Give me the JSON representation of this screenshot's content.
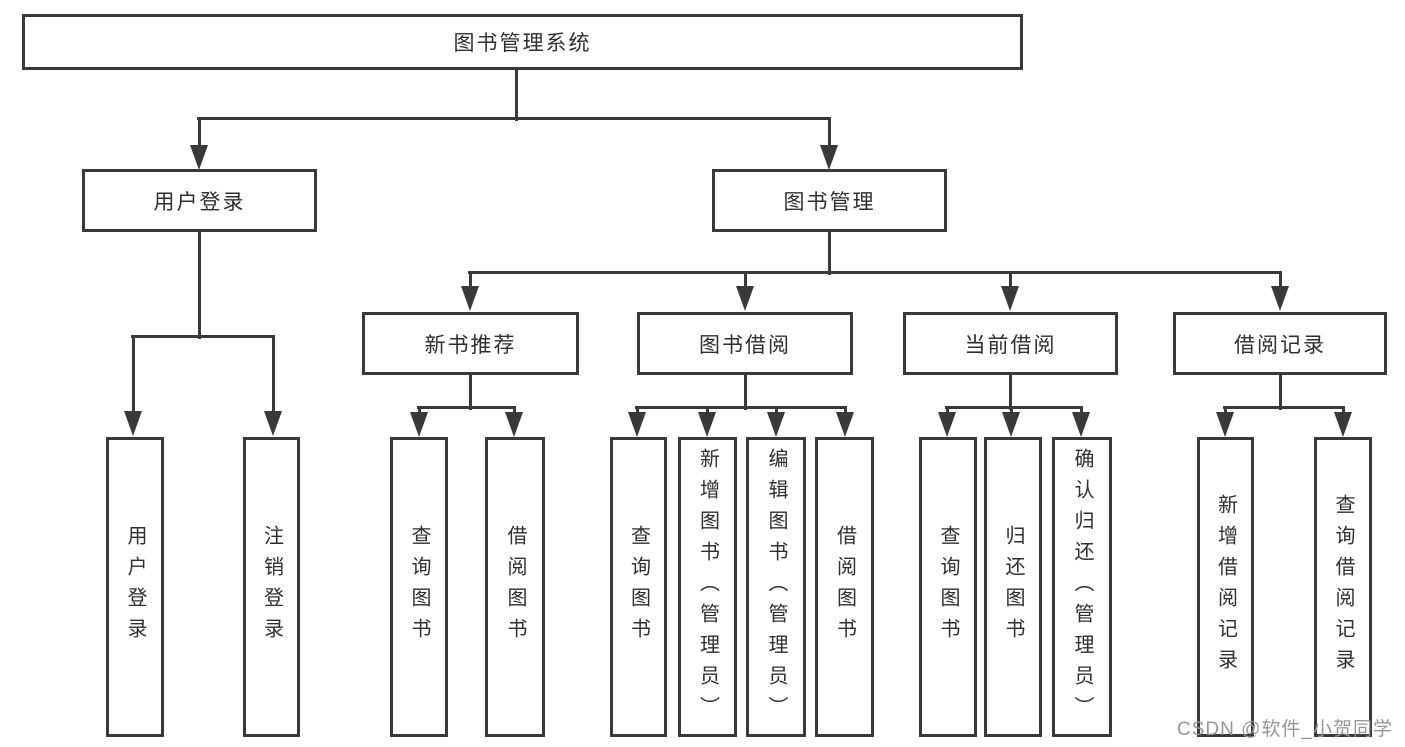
{
  "diagram_title": "图书管理系统",
  "watermark": "CSDN @软件_小贺同学",
  "colors": {
    "line": "#39393b",
    "text": "#2f2f33",
    "background": "#ffffff",
    "watermark": "#96969b"
  },
  "nodes": [
    {
      "id": "root",
      "label": "图书管理系统",
      "parent": null
    },
    {
      "id": "user-login",
      "label": "用户登录",
      "parent": "root"
    },
    {
      "id": "book-management",
      "label": "图书管理",
      "parent": "root"
    },
    {
      "id": "new-book-recommend",
      "label": "新书推荐",
      "parent": "book-management"
    },
    {
      "id": "book-borrowing",
      "label": "图书借阅",
      "parent": "book-management"
    },
    {
      "id": "current-borrowing",
      "label": "当前借阅",
      "parent": "book-management"
    },
    {
      "id": "borrowing-records",
      "label": "借阅记录",
      "parent": "book-management"
    },
    {
      "id": "v-user-login",
      "label": "用户登录",
      "parent": "user-login"
    },
    {
      "id": "v-logout",
      "label": "注销登录",
      "parent": "user-login"
    },
    {
      "id": "v-query-book-1",
      "label": "查询图书",
      "parent": "new-book-recommend"
    },
    {
      "id": "v-borrow-book-1",
      "label": "借阅图书",
      "parent": "new-book-recommend"
    },
    {
      "id": "v-query-book-2",
      "label": "查询图书",
      "parent": "book-borrowing"
    },
    {
      "id": "v-add-book-admin",
      "label": "新增图书（管理员）",
      "parent": "book-borrowing"
    },
    {
      "id": "v-edit-book-admin",
      "label": "编辑图书（管理员）",
      "parent": "book-borrowing"
    },
    {
      "id": "v-borrow-book-2",
      "label": "借阅图书",
      "parent": "book-borrowing"
    },
    {
      "id": "v-query-book-3",
      "label": "查询图书",
      "parent": "current-borrowing"
    },
    {
      "id": "v-return-book",
      "label": "归还图书",
      "parent": "current-borrowing"
    },
    {
      "id": "v-confirm-return-admin",
      "label": "确认归还（管理员）",
      "parent": "current-borrowing"
    },
    {
      "id": "v-add-borrow-record",
      "label": "新增借阅记录",
      "parent": "borrowing-records"
    },
    {
      "id": "v-query-borrow-record",
      "label": "查询借阅记录",
      "parent": "borrowing-records"
    }
  ]
}
